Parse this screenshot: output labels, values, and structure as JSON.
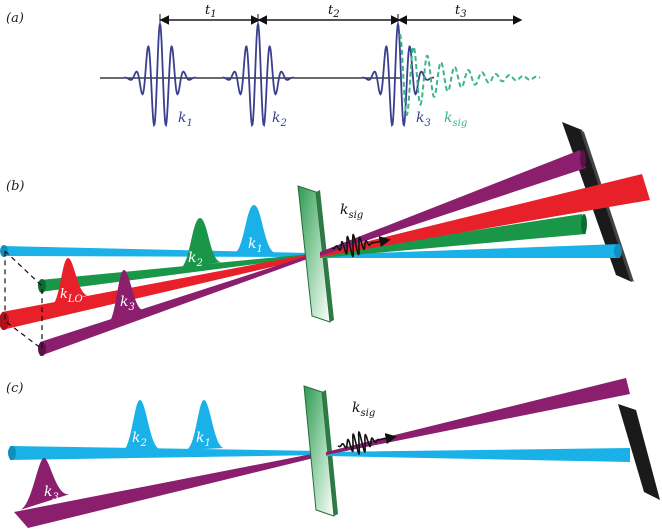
{
  "panels": {
    "a": {
      "label": "(a)",
      "intervals": [
        {
          "sym": "t",
          "sub": "1"
        },
        {
          "sym": "t",
          "sub": "2"
        },
        {
          "sym": "t",
          "sub": "3"
        }
      ],
      "pulses": [
        {
          "sym": "k",
          "sub": "1"
        },
        {
          "sym": "k",
          "sub": "2"
        },
        {
          "sym": "k",
          "sub": "3"
        }
      ],
      "signal": {
        "sym": "k",
        "sub": "sig"
      }
    },
    "b": {
      "label": "(b)",
      "beams": [
        {
          "sym": "k",
          "sub": "1"
        },
        {
          "sym": "k",
          "sub": "2"
        },
        {
          "sym": "k",
          "sub": "3"
        },
        {
          "sym": "k",
          "sub": "LO"
        }
      ],
      "signal": {
        "sym": "k",
        "sub": "sig"
      }
    },
    "c": {
      "label": "(c)",
      "beams": [
        {
          "sym": "k",
          "sub": "2"
        },
        {
          "sym": "k",
          "sub": "1"
        },
        {
          "sym": "k",
          "sub": "3"
        }
      ],
      "signal": {
        "sym": "k",
        "sub": "sig"
      }
    }
  },
  "colors": {
    "pulse_wave": "#3a3f8f",
    "signal_wave": "#3db58a",
    "beam_k1": "#1ab0e8",
    "beam_k2": "#1a9648",
    "beam_k3": "#8b1f6e",
    "beam_lo": "#e8202a",
    "screen": "#1a1a1a"
  }
}
